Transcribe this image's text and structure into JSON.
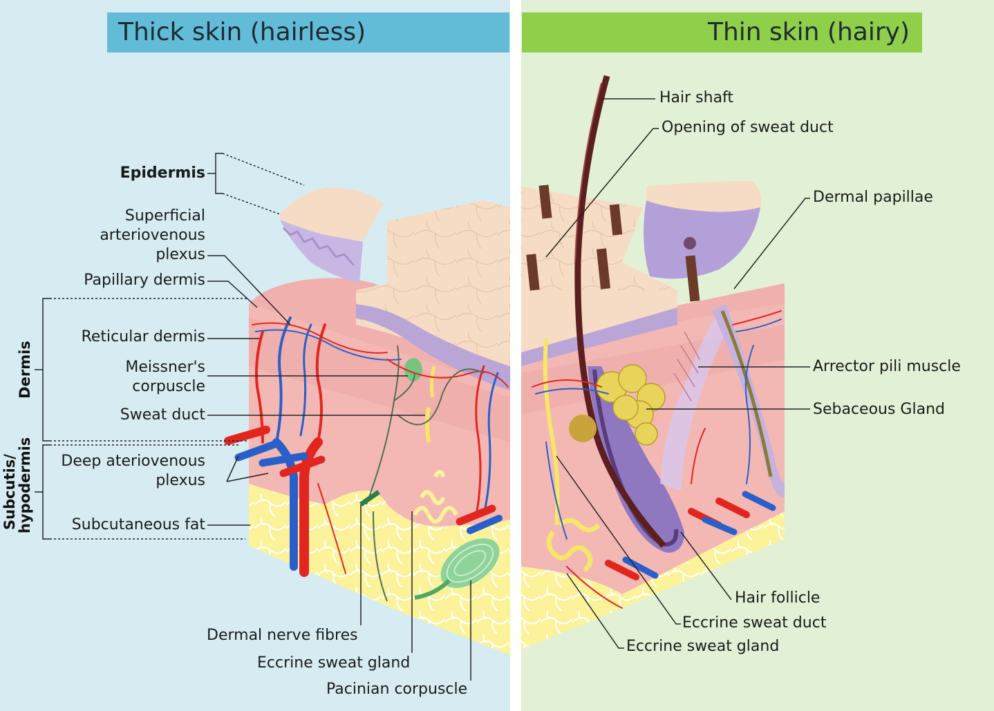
{
  "panels": {
    "left_title": "Thick skin (hairless)",
    "right_title": "Thin skin (hairy)"
  },
  "colors": {
    "left_bg": "#d7ecf2",
    "right_bg": "#e2f1d6",
    "left_banner": "#62bcd8",
    "right_banner": "#8fcf4a",
    "dermis": "#f3b8b4",
    "epidermis_top": "#f6dcc4",
    "epidermis_basal": "#b9a6d6",
    "fat": "#fbf29a",
    "artery": "#e2261f",
    "vein": "#2a5fc9"
  },
  "left_labels": {
    "epidermis": "Epidermis",
    "superficial_plexus": [
      "Superficial",
      "arteriovenous",
      "plexus"
    ],
    "papillary_dermis": "Papillary dermis",
    "reticular_dermis": "Reticular dermis",
    "meissner": [
      "Meissner's",
      "corpuscle"
    ],
    "sweat_duct": "Sweat duct",
    "deep_plexus": [
      "Deep ateriovenous",
      "plexus"
    ],
    "subcutaneous_fat": "Subcutaneous fat",
    "dermis_bracket": "Dermis",
    "subcutis_bracket": [
      "Subcutis/",
      "hypodermis"
    ]
  },
  "bottom_labels": {
    "dermal_nerve": "Dermal nerve fibres",
    "eccrine_gland": "Eccrine sweat gland",
    "pacinian": "Pacinian corpuscle"
  },
  "right_labels": {
    "hair_shaft": "Hair shaft",
    "opening_sweat_duct": "Opening of sweat duct",
    "dermal_papillae": "Dermal papillae",
    "arrector_pili": "Arrector pili muscle",
    "sebaceous": "Sebaceous Gland",
    "hair_follicle": "Hair follicle",
    "eccrine_duct": "Eccrine sweat duct",
    "eccrine_gland": "Eccrine sweat gland"
  }
}
